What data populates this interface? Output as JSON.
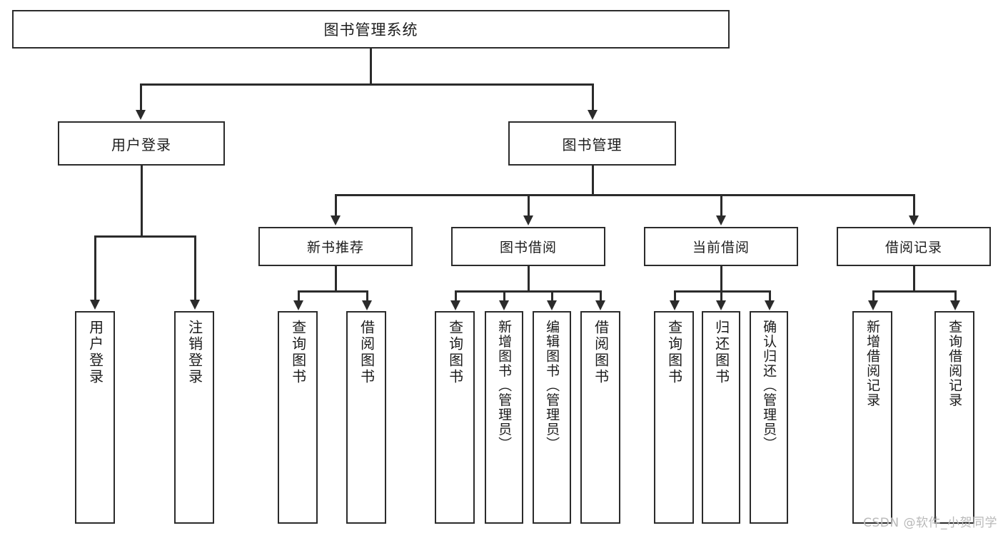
{
  "diagram": {
    "title": "图书管理系统",
    "root": {
      "label": "图书管理系统"
    },
    "level2": [
      {
        "label": "用户登录"
      },
      {
        "label": "图书管理"
      }
    ],
    "level3": [
      {
        "label": "新书推荐"
      },
      {
        "label": "图书借阅"
      },
      {
        "label": "当前借阅"
      },
      {
        "label": "借阅记录"
      }
    ],
    "leaves": [
      {
        "label": "用户登录",
        "parent": "用户登录"
      },
      {
        "label": "注销登录",
        "parent": "用户登录"
      },
      {
        "label": "查询图书",
        "parent": "新书推荐"
      },
      {
        "label": "借阅图书",
        "parent": "新书推荐"
      },
      {
        "label": "查询图书",
        "parent": "图书借阅"
      },
      {
        "label": "新增图书（管理员）",
        "parent": "图书借阅"
      },
      {
        "label": "编辑图书（管理员）",
        "parent": "图书借阅"
      },
      {
        "label": "借阅图书",
        "parent": "图书借阅"
      },
      {
        "label": "查询图书",
        "parent": "当前借阅"
      },
      {
        "label": "归还图书",
        "parent": "当前借阅"
      },
      {
        "label": "确认归还（管理员）",
        "parent": "当前借阅"
      },
      {
        "label": "新增借阅记录",
        "parent": "借阅记录"
      },
      {
        "label": "查询借阅记录",
        "parent": "借阅记录"
      }
    ]
  },
  "watermark": {
    "text": "CSDN @软件_小贺同学"
  },
  "colors": {
    "stroke": "#2b2b2b",
    "fill": "#ffffff",
    "text": "#1c1c1c",
    "watermark": "#b9b9b9"
  }
}
